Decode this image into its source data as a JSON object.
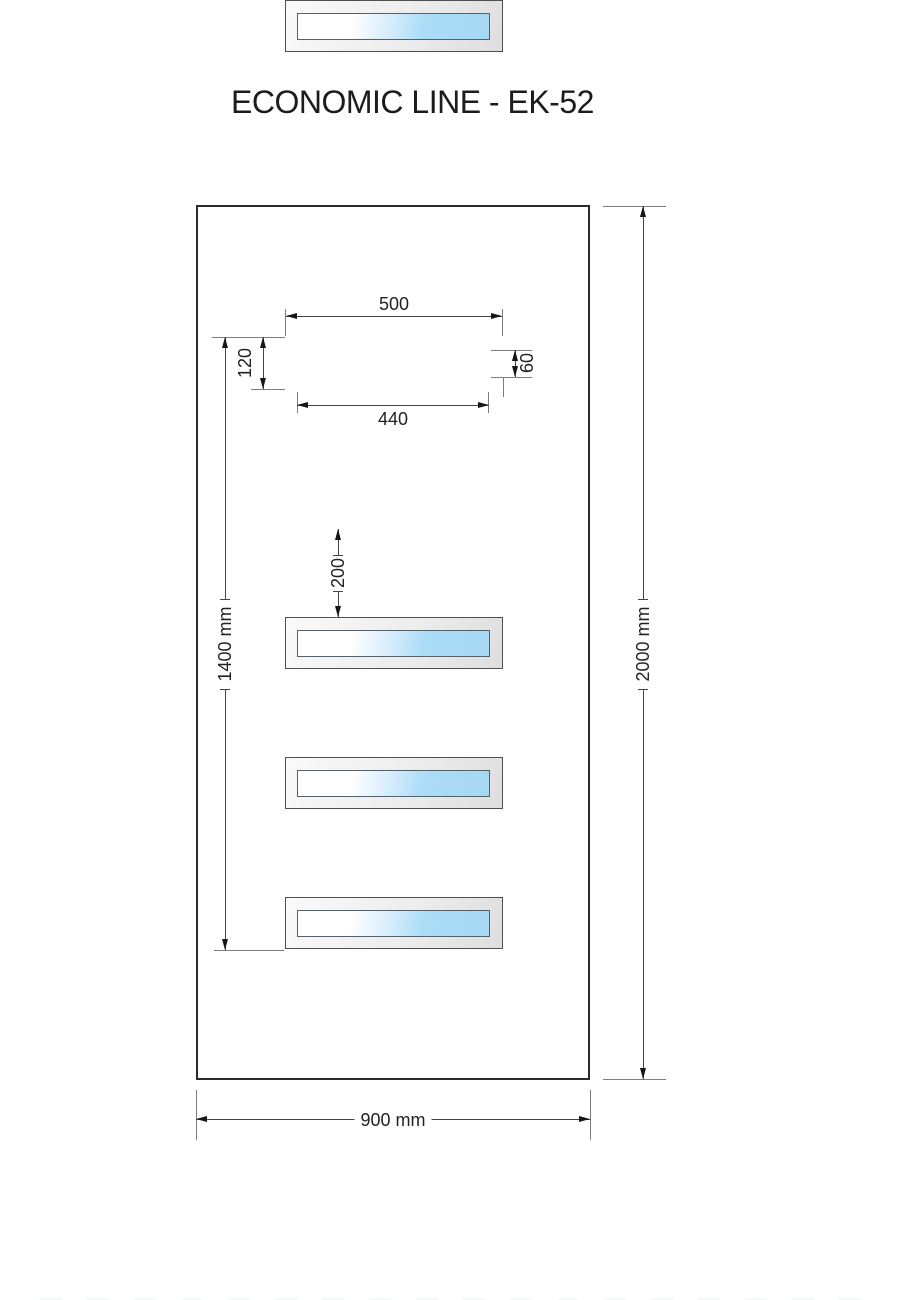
{
  "title": "ECONOMIC LINE - EK-52",
  "drawing": {
    "subject": "door-panel-technical-drawing",
    "panel_count": 5,
    "dims": {
      "window_outer_width": "500",
      "glass_width": "440",
      "window_outer_height": "120",
      "glass_height": "60",
      "window_spacing": "200",
      "windows_span": "1400 mm",
      "door_height": "2000 mm",
      "door_width": "900 mm"
    },
    "colors": {
      "glass_blue": "#a8daf6",
      "frame_gray": "#ededed",
      "line_dark": "#454545"
    }
  }
}
